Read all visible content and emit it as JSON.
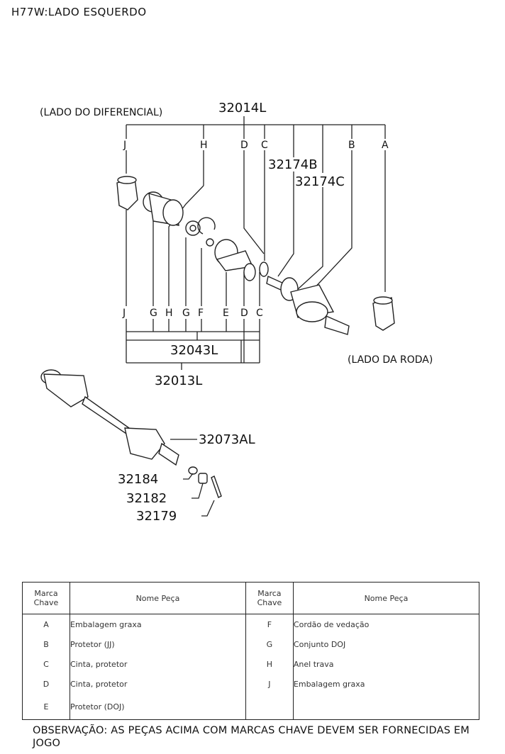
{
  "header": {
    "title": "H77W:LADO ESQUERDO"
  },
  "diagram": {
    "side_diff": "(LADO DO DIFERENCIAL)",
    "side_wheel": "(LADO DA RODA)",
    "part_32014": "32014L",
    "part_32174b": "32174B",
    "part_32174c": "32174C",
    "part_32043": "32043L",
    "part_32013": "32013L",
    "part_32073": "32073AL",
    "part_32184": "32184",
    "part_32182": "32182",
    "part_32179": "32179",
    "top_letters": [
      "J",
      "H",
      "D",
      "C",
      "B",
      "A"
    ],
    "bottom_letters": [
      "J",
      "G",
      "H",
      "G",
      "F",
      "E",
      "D",
      "C"
    ]
  },
  "legend": {
    "col_key": "Marca Chave",
    "col_name": "Nome Peça",
    "rows": [
      {
        "k1": "A",
        "n1": "Embalagem graxa",
        "k2": "F",
        "n2": "Cordão de vedação"
      },
      {
        "k1": "B",
        "n1": "Protetor (JJ)",
        "k2": "G",
        "n2": "Conjunto DOJ"
      },
      {
        "k1": "C",
        "n1": "Cinta, protetor",
        "k2": "H",
        "n2": "Anel trava"
      },
      {
        "k1": "D",
        "n1": "Cinta, protetor",
        "k2": "J",
        "n2": "Embalagem graxa"
      },
      {
        "k1": "E",
        "n1": "Protetor (DOJ)",
        "k2": "",
        "n2": ""
      }
    ]
  },
  "note": "OBSERVAÇÃO: AS PEÇAS ACIMA COM MARCAS CHAVE DEVEM SER FORNECIDAS EM JOGO"
}
